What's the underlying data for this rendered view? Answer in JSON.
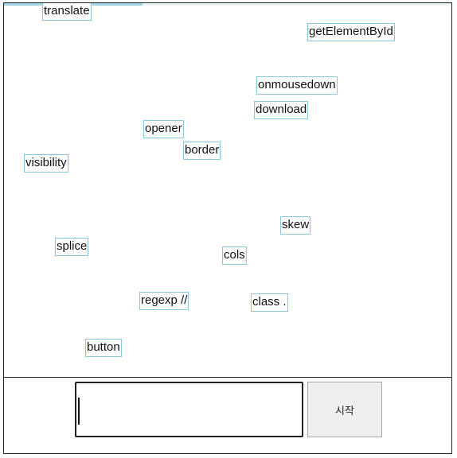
{
  "game": {
    "progress_fraction": 0.31,
    "words": [
      "translate",
      "getElementById",
      "onmousedown",
      "download",
      "opener",
      "border",
      "visibility",
      "skew",
      "splice",
      "cols",
      "regexp //",
      "class .",
      "button"
    ]
  },
  "controls": {
    "input_value": "",
    "start_label": "시작"
  },
  "colors": {
    "word_border": "#8cc8dc",
    "frame": "#222222",
    "button_bg": "#efefef"
  }
}
